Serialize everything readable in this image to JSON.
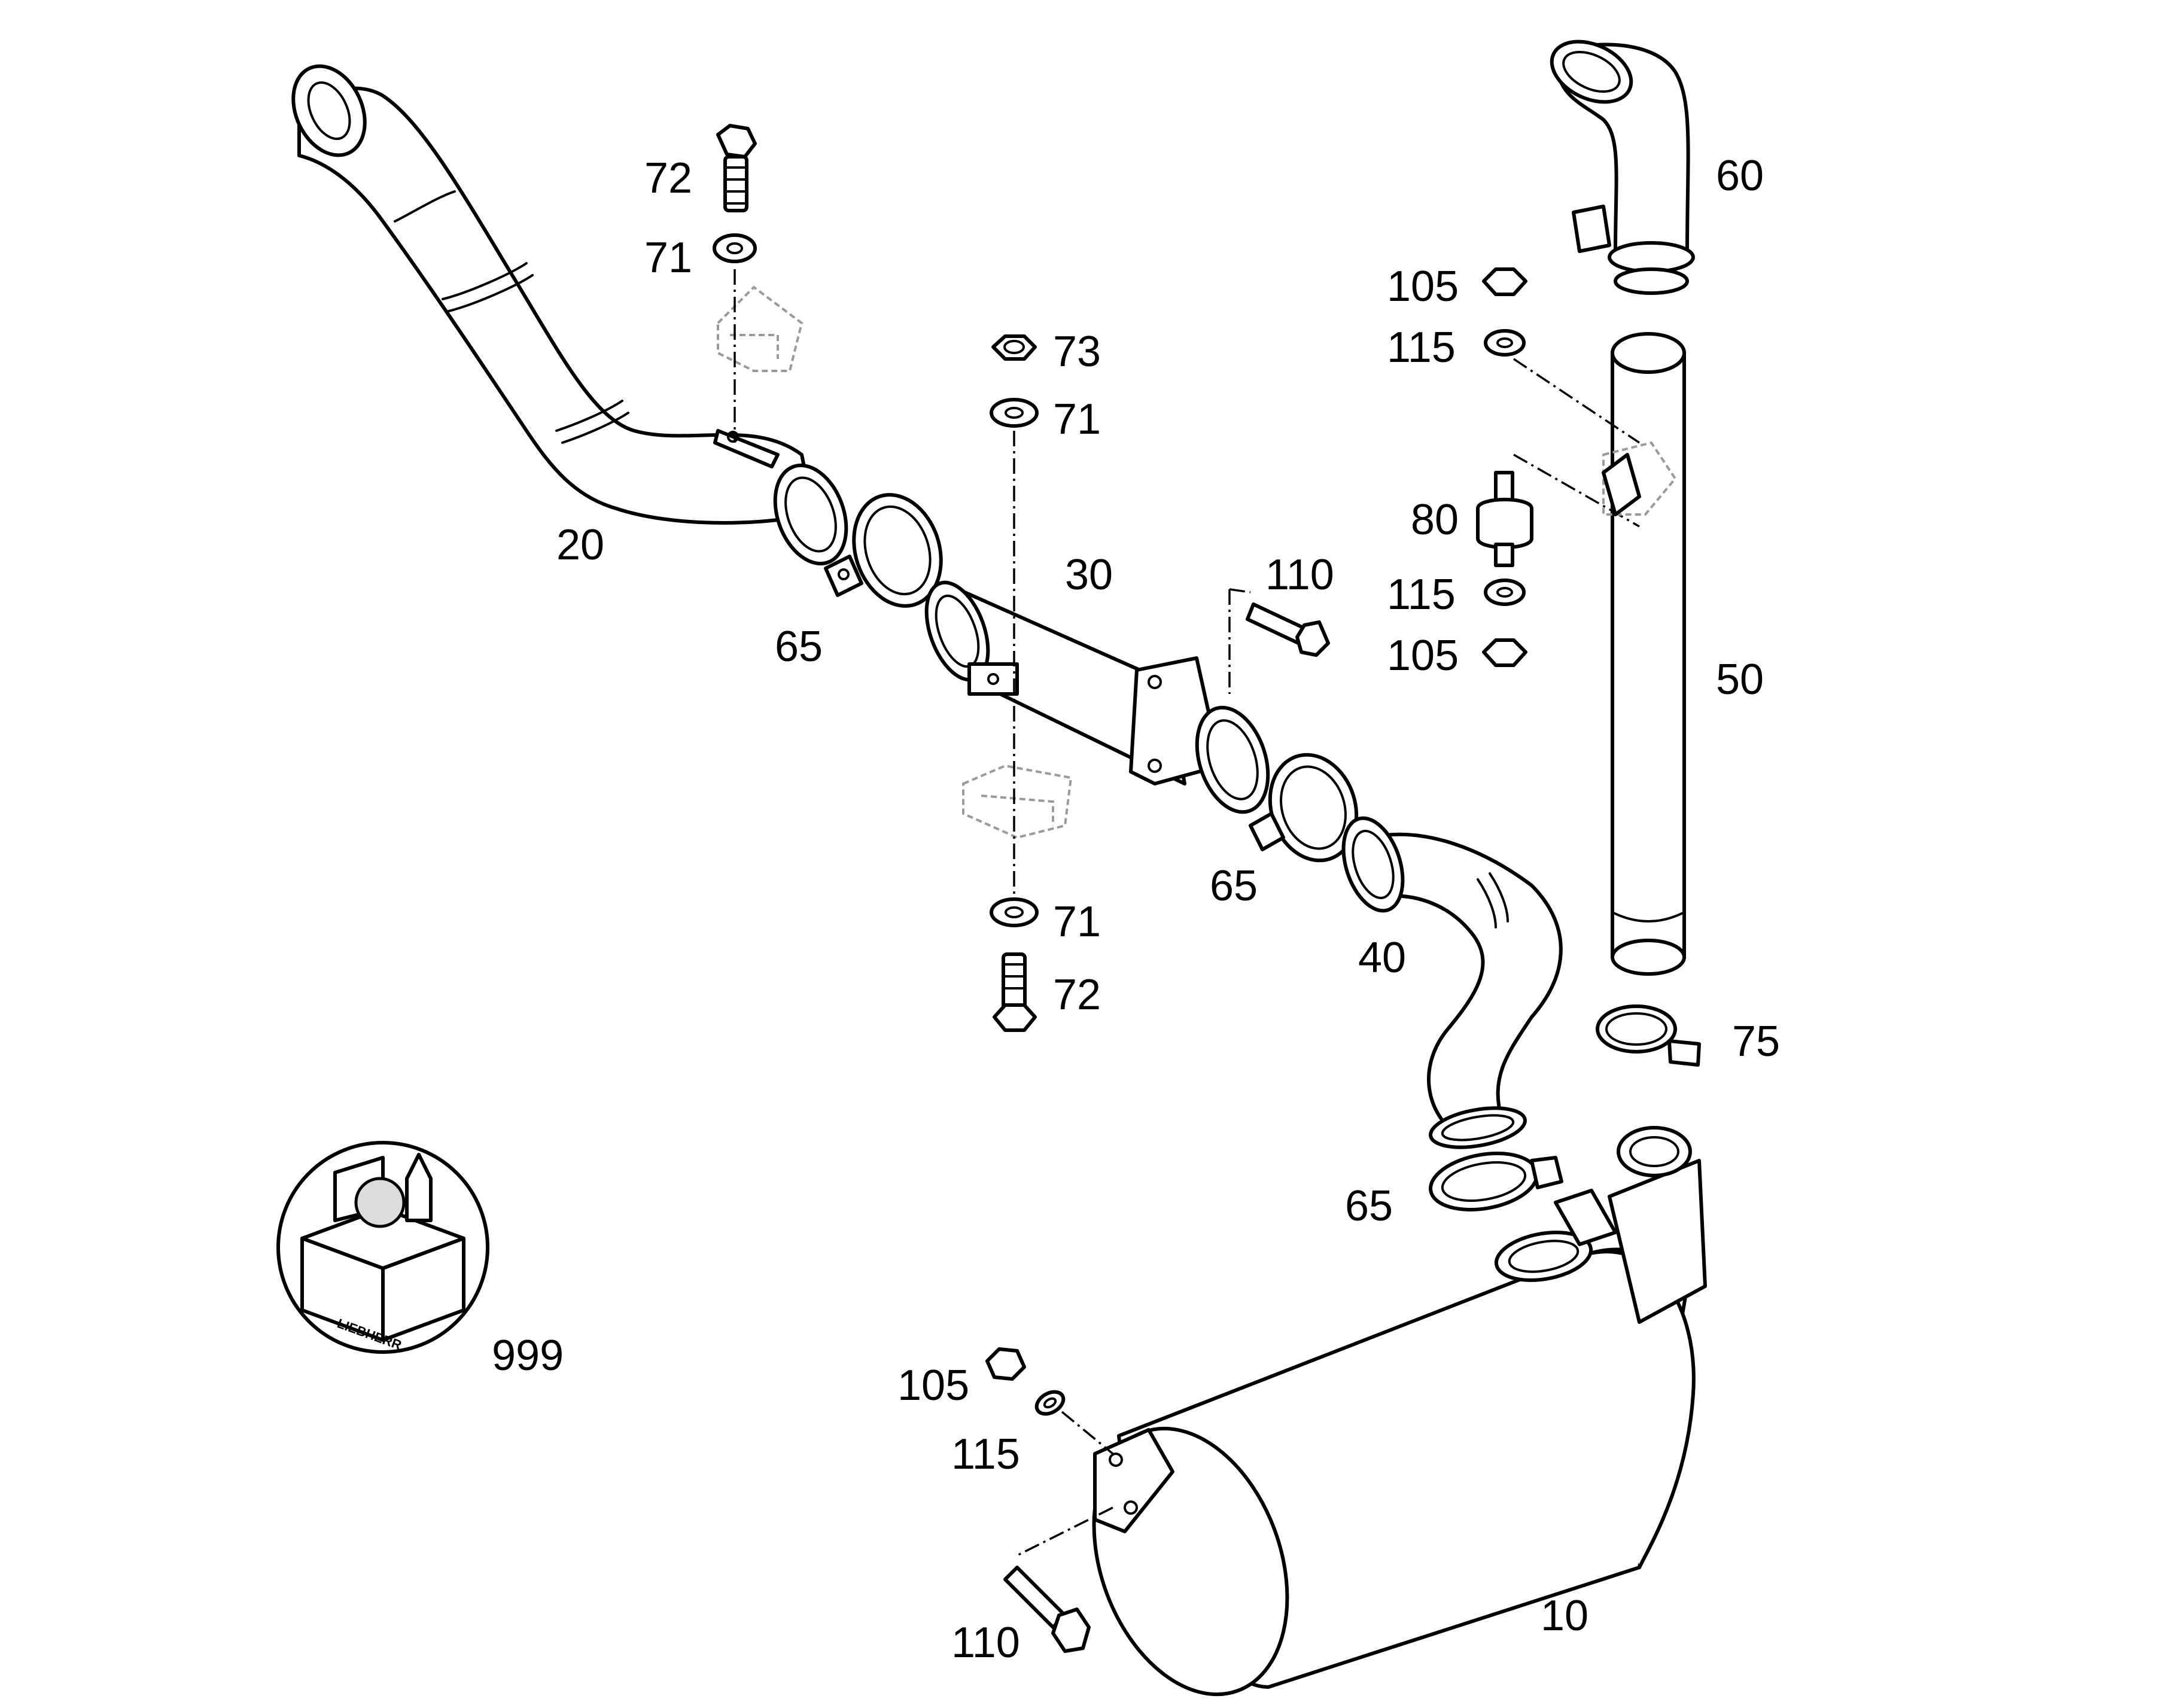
{
  "labels": {
    "p10": "10",
    "p20": "20",
    "p30": "30",
    "p40": "40",
    "p50": "50",
    "p60": "60",
    "p65a": "65",
    "p65b": "65",
    "p65c": "65",
    "p71a": "71",
    "p71b": "71",
    "p71c": "71",
    "p72a": "72",
    "p72b": "72",
    "p73": "73",
    "p75": "75",
    "p80": "80",
    "p105a": "105",
    "p105b": "105",
    "p105c": "105",
    "p110a": "110",
    "p110b": "110",
    "p115a": "115",
    "p115b": "115",
    "p115c": "115",
    "p999": "999"
  },
  "kit_box_text": "LIEBHERR",
  "colors": {
    "line": "#000000",
    "ghost": "#9a9a9a",
    "background": "#ffffff"
  }
}
